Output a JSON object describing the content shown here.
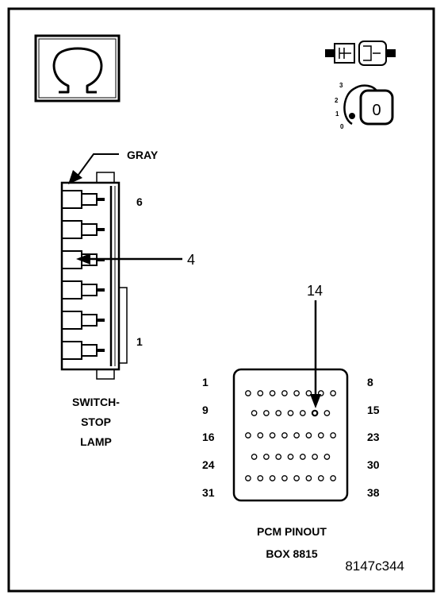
{
  "ohmmeter": {
    "symbol": "Ω",
    "icon": "ohm-symbol-icon"
  },
  "ignition": {
    "plug_icon": "connector-plug-icon",
    "key_icon": "ignition-key-icon",
    "positions": [
      "3",
      "2",
      "1",
      "0"
    ],
    "key_label": "0"
  },
  "switch_connector": {
    "wire_color": "GRAY",
    "pin_top": "6",
    "pin_bottom": "1",
    "callout": "4",
    "name_lines": [
      "SWITCH-",
      "STOP",
      "LAMP"
    ]
  },
  "pcm_connector": {
    "callout": "14",
    "left_pins": [
      "1",
      "9",
      "16",
      "24",
      "31"
    ],
    "right_pins": [
      "8",
      "15",
      "23",
      "30",
      "38"
    ],
    "name_lines": [
      "PCM PINOUT",
      "BOX 8815"
    ]
  },
  "figure_id": "8147c344"
}
